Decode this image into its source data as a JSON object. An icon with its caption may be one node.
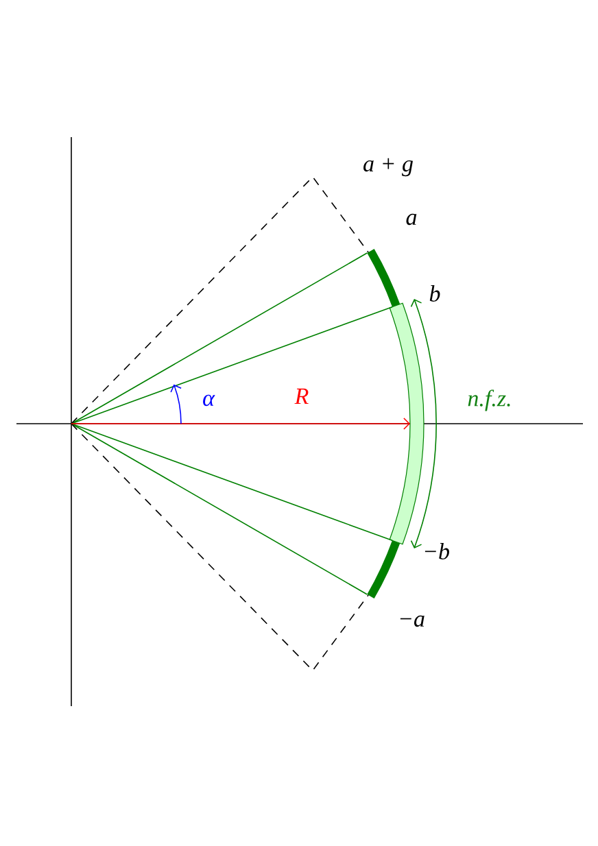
{
  "diagram": {
    "labels": [
      "a + g",
      "a",
      "b",
      "α",
      "R",
      "n.f.z.",
      "−b",
      "−a"
    ]
  }
}
